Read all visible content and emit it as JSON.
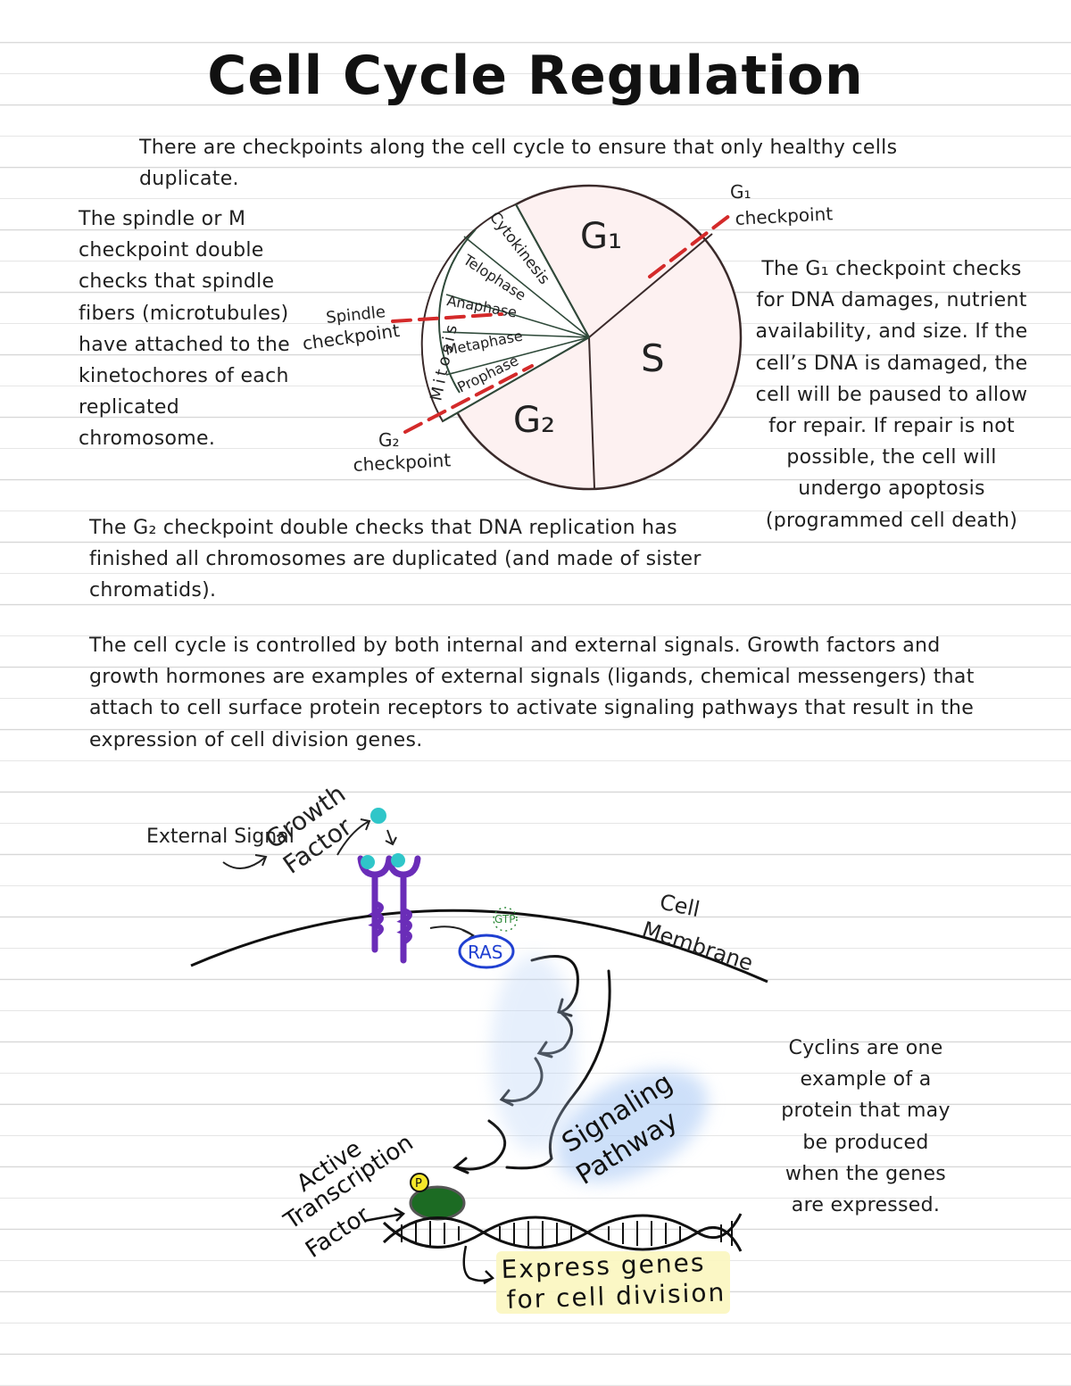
{
  "title": "Cell Cycle Regulation",
  "intro": "There are checkpoints along the cell cycle to ensure that only healthy cells duplicate.",
  "spindle_note": "The spindle or M checkpoint double checks that spindle fibers (microtubules) have attached to the kinetochores of each replicated chromosome.",
  "g1_note": "The G₁ checkpoint checks for DNA damages, nutrient availability, and size. If the cell’s DNA is damaged, the cell will be paused to allow for repair. If repair is not possible, the cell will undergo apoptosis (programmed cell death)",
  "g2_note": "The G₂ checkpoint double checks that DNA replication has finished all chromosomes are duplicated (and made of sister chromatids).",
  "signals_paragraph": "The cell cycle is controlled by both internal and external signals. Growth factors and growth hormones are examples of external signals (ligands, chemical messengers) that attach to cell surface protein receptors to activate signaling pathways that result in the expression of cell division genes.",
  "cyclins_note": "Cyclins are one example of a protein that may be produced when the genes are expressed.",
  "cycle_diagram": {
    "phases": {
      "g1": "G₁",
      "s": "S",
      "g2": "G₂",
      "cytokinesis": "Cytokinesis",
      "telophase": "Telophase",
      "anaphase": "Anaphase",
      "metaphase": "Metaphase",
      "prophase": "Prophase",
      "mitosis": "Mitosis"
    },
    "checkpoints": {
      "g1_sub": "G₁",
      "g1": "checkpoint",
      "spindle_word": "Spindle",
      "spindle": "checkpoint",
      "g2_sub": "G₂",
      "g2": "checkpoint"
    },
    "colors": {
      "phase_fill": "#fdf1f1",
      "checkpoint_line": "#d42a2a",
      "outline": "#3a2a2a"
    }
  },
  "signaling_diagram": {
    "external_signal": "External Signal",
    "growth_factor": [
      "Growth",
      "Factor"
    ],
    "cell_membrane": [
      "Cell",
      "Membrane"
    ],
    "gtp": "GTP",
    "ras": "RAS",
    "signaling_pathway": [
      "Signaling",
      "Pathway"
    ],
    "active_tf": [
      "Active",
      "Transcription",
      "Factor"
    ],
    "phosphate": "P",
    "express_genes": [
      "Express genes",
      "for cell division"
    ],
    "colors": {
      "receptor": "#6a2db8",
      "ligand": "#2fc6c9",
      "ras": "#1f3fd1",
      "gtp": "#2f8a3a",
      "tf": "#1c6b23",
      "phosphate": "#f6e72a",
      "pathway_glow": "#b9d3f7",
      "express_highlight": "#fbf6bf"
    }
  }
}
